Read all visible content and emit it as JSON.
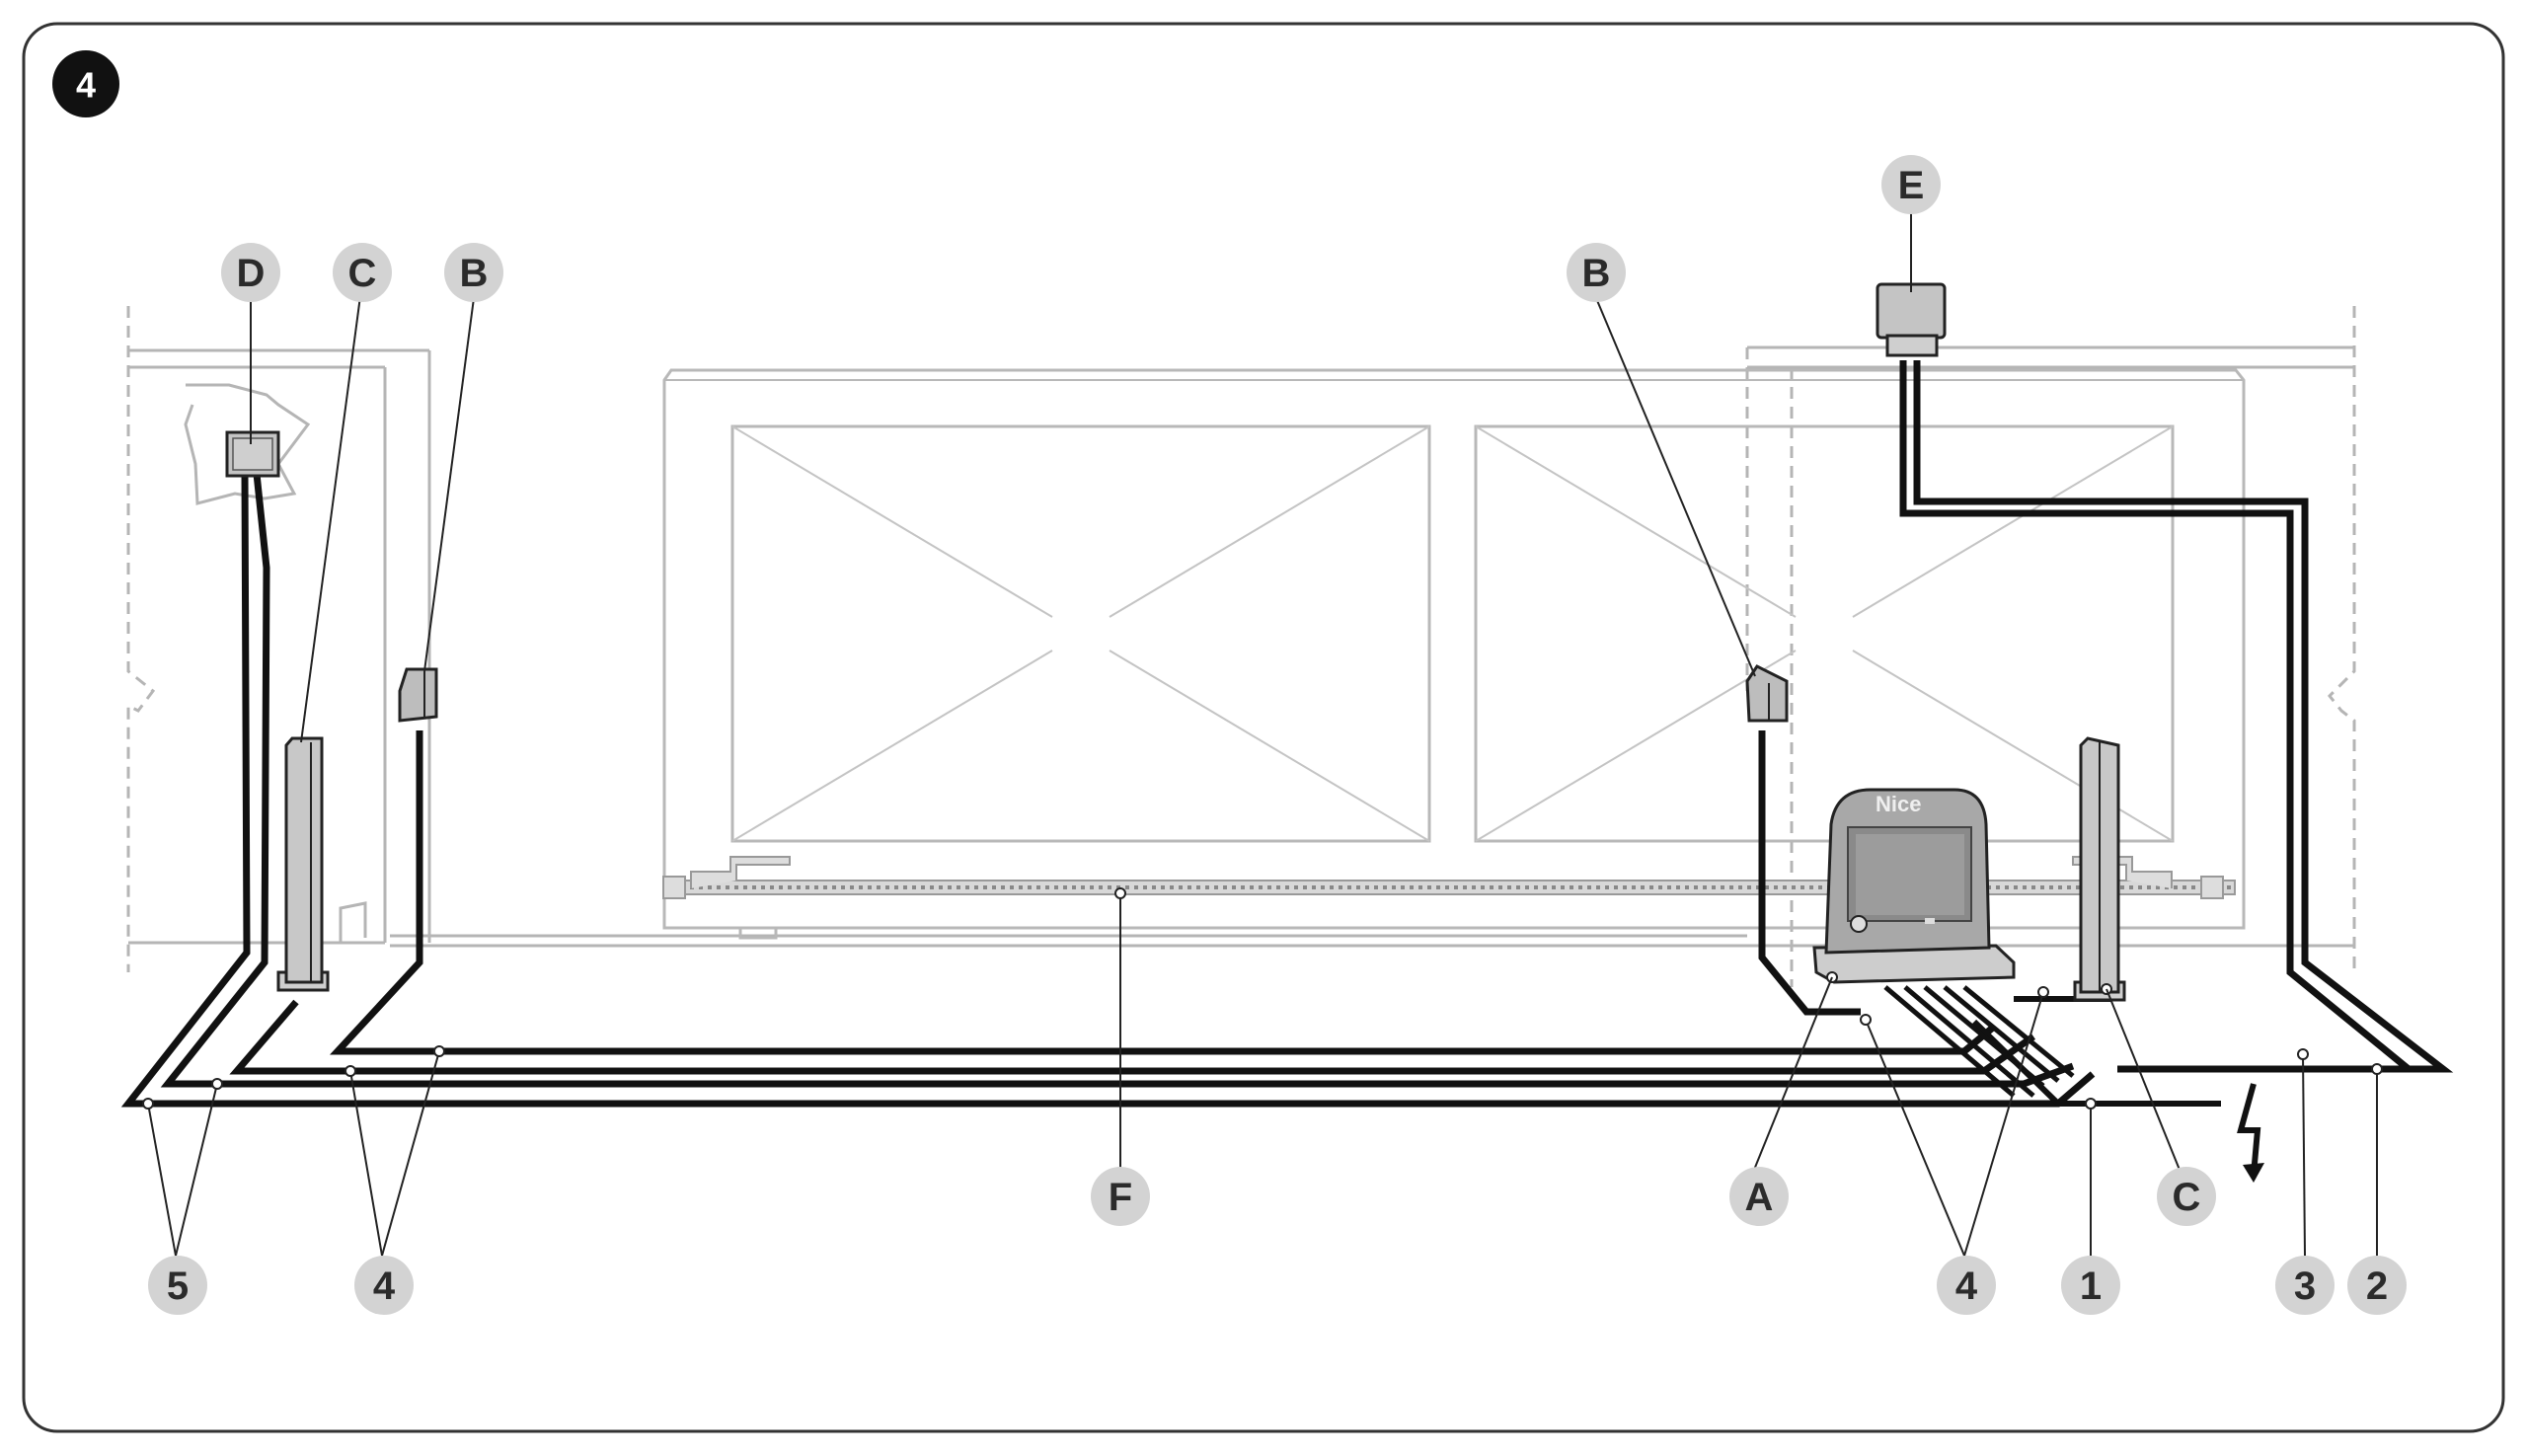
{
  "figure": {
    "number": "4"
  },
  "letter_labels": {
    "D": "D",
    "C_left": "C",
    "B_left": "B",
    "B_right": "B",
    "E": "E",
    "F": "F",
    "A": "A",
    "C_right": "C"
  },
  "number_labels": {
    "five": "5",
    "four_left": "4",
    "four_right": "4",
    "one": "1",
    "three": "3",
    "two": "2"
  },
  "logo_text": "Nice",
  "colors": {
    "cable": "#111111",
    "structure": "#b3b3b3",
    "callout_fill": "#d3d3d3",
    "frame": "#333333"
  }
}
